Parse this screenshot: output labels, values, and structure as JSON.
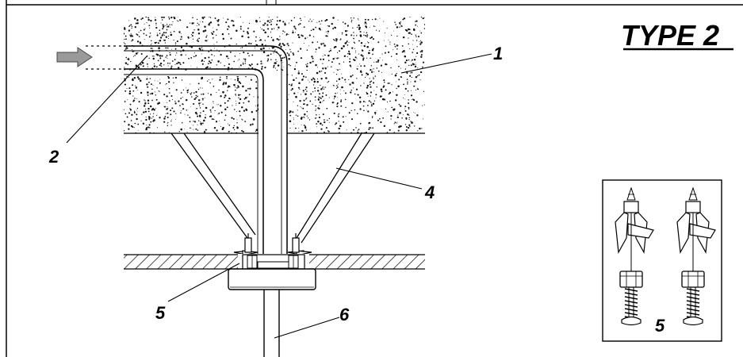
{
  "title": "TYPE 2",
  "callouts": {
    "c1": "1",
    "c2": "2",
    "c4": "4",
    "c5": "5",
    "c6": "6",
    "inset": "5"
  },
  "colors": {
    "line": "#000000",
    "background": "#ffffff",
    "arrow": "#888888",
    "speckle": "#111111"
  }
}
